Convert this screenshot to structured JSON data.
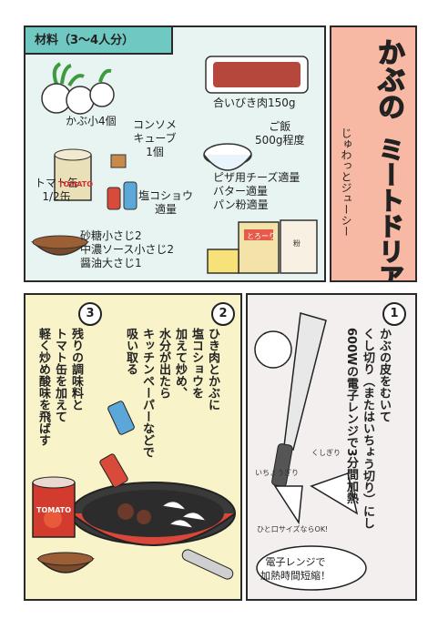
{
  "ingredients": {
    "heading": "材料（3〜4人分）",
    "turnip": "かぶ小4個",
    "ground_meat": "合いびき肉150g",
    "consomme": "コンソメ\nキューブ\n1個",
    "rice": "ご飯\n500g程度",
    "tomato_can": "トマト缶\n1/2缶",
    "salt_pepper": "塩コショウ\n適量",
    "toppings": "ピザ用チーズ適量\nバター適量\nパン粉適量",
    "seasoning": "砂糖小さじ2\n中濃ソース小さじ2\n醤油大さじ1",
    "can_print": "TOMATO",
    "box_print": "とろーり",
    "bag_print": "粉"
  },
  "title": {
    "line1": "かぶの",
    "line2": "ミートドリア",
    "subtitle": "じゅわっとジューシー"
  },
  "step1": {
    "number": "1",
    "text": "かぶの皮をむいて\nくし切り（またはいちょう切り）にし\n600Wの電子レンジで3分間加熱",
    "label_kushi": "くしぎり",
    "label_icho": "いちょうぎり",
    "label_size": "ひと口サイズならOK!",
    "bubble": "電子レンジで\n加熱時間短縮！"
  },
  "step2": {
    "number": "2",
    "text": "ひき肉とかぶに\n塩コショウを\n加えて炒め、\n水分が出たら\nキッチンペーパーなどで\n吸い取る"
  },
  "step3": {
    "number": "3",
    "text": "残りの調味料と\nトマト缶を加えて\n軽く炒め酸味を飛ばす",
    "can_print": "TOMATO"
  },
  "colors": {
    "ingredients_bg": "#e7f4f1",
    "tag_bg": "#6fc9c2",
    "title_bg": "#f7b9a3",
    "step3_bg": "#f9f3c9",
    "step1_bg": "#f3efee"
  }
}
